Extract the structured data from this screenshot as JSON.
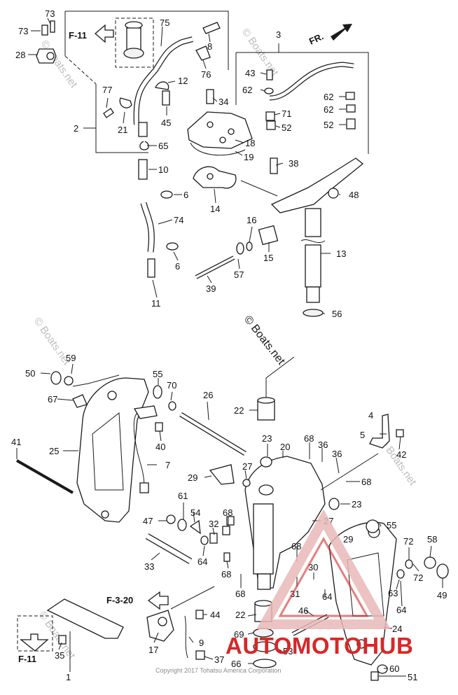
{
  "refs": {
    "f11_top": "F-11",
    "f11_bottom": "F-11",
    "f320": "F-3-20",
    "front": "FR."
  },
  "labels": {
    "l1": "1",
    "l2": "2",
    "l3": "3",
    "l4": "4",
    "l5": "5",
    "l6a": "6",
    "l6b": "6",
    "l7": "7",
    "l8": "8",
    "l9": "9",
    "l10": "10",
    "l11": "11",
    "l12": "12",
    "l13": "13",
    "l14": "14",
    "l15": "15",
    "l16": "16",
    "l17": "17",
    "l18": "18",
    "l19": "19",
    "l20": "20",
    "l21": "21",
    "l22a": "22",
    "l22b": "22",
    "l23a": "23",
    "l23b": "23",
    "l24": "24",
    "l25": "25",
    "l26": "26",
    "l27a": "27",
    "l27b": "27",
    "l28": "28",
    "l29a": "29",
    "l29b": "29",
    "l30": "30",
    "l31": "31",
    "l32": "32",
    "l33": "33",
    "l34": "34",
    "l35": "35",
    "l36a": "36",
    "l36b": "36",
    "l37": "37",
    "l38": "38",
    "l39": "39",
    "l40": "40",
    "l41": "41",
    "l42": "42",
    "l43": "43",
    "l44": "44",
    "l45": "45",
    "l46": "46",
    "l47": "47",
    "l48": "48",
    "l49": "49",
    "l50": "50",
    "l51": "51",
    "l52a": "52",
    "l52b": "52",
    "l53": "53",
    "l54": "54",
    "l55a": "55",
    "l55b": "55",
    "l56": "56",
    "l57": "57",
    "l58": "58",
    "l59": "59",
    "l60": "60",
    "l61": "61",
    "l62a": "62",
    "l62b": "62",
    "l62c": "62",
    "l63": "63",
    "l64a": "64",
    "l64b": "64",
    "l64c": "64",
    "l65": "65",
    "l66": "66",
    "l67": "67",
    "l68a": "68",
    "l68b": "68",
    "l68c": "68",
    "l68d": "68",
    "l68e": "68",
    "l68f": "68",
    "l69": "69",
    "l70": "70",
    "l71": "71",
    "l72a": "72",
    "l72b": "72",
    "l73a": "73",
    "l73b": "73",
    "l74": "74",
    "l75": "75",
    "l76": "76",
    "l77": "77"
  },
  "watermarks": {
    "center": "© Boats.net",
    "top_right": "© Boats.net",
    "mid_left": "© Boats.net",
    "bottom_left": "© Boats.net",
    "top_left": "© Boats.net",
    "mid_right": "© Boats.net"
  },
  "copyright": "Copyright 2017 Tohatsu America Corporation",
  "logo": {
    "text": "AUTOMOTOHUB",
    "color": "#d62828",
    "accent": "#e9b9b9"
  }
}
